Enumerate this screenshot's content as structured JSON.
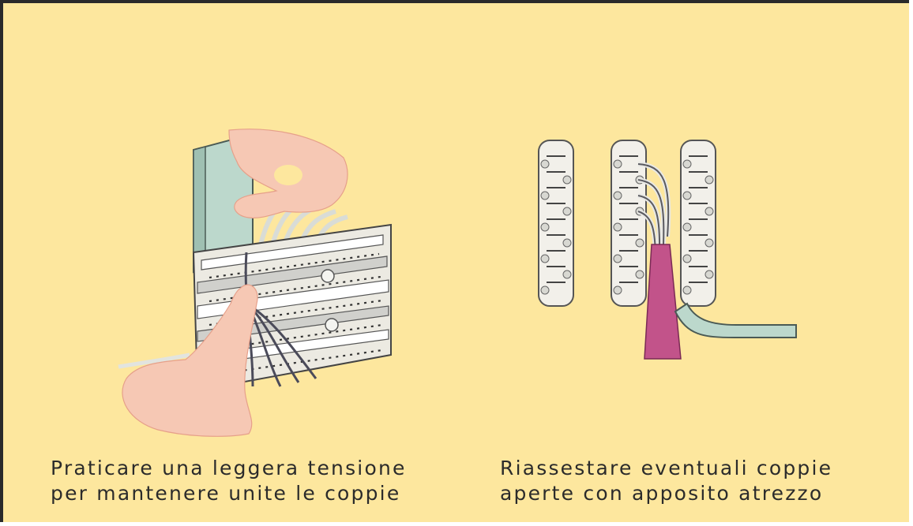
{
  "colors": {
    "background": "#fde79e",
    "border": "#2a2a2a",
    "hand": "#f6c8b4",
    "panel_green": "#bcd8cc",
    "connector": "#f2f0ea",
    "tool": "#c2538a",
    "cable": "#bcd8cc"
  },
  "left_panel": {
    "caption_line1": "Praticare una leggera tensione",
    "caption_line2": "per mantenere unite le coppie"
  },
  "right_panel": {
    "caption_line1": "Riassestare eventuali coppie",
    "caption_line2": "aperte con apposito atrezzo"
  }
}
